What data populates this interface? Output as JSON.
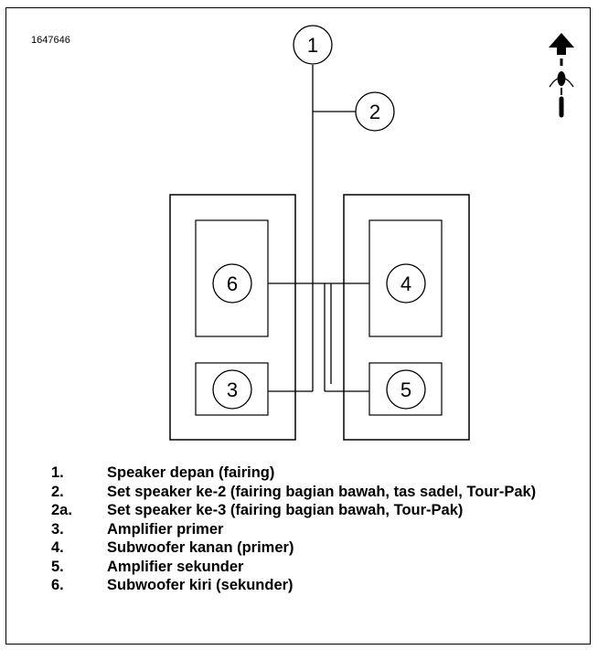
{
  "figure_id": "1647646",
  "callouts": [
    "1",
    "2",
    "3",
    "4",
    "5",
    "6"
  ],
  "legend": [
    {
      "num": "1.",
      "text": "Speaker depan (fairing)"
    },
    {
      "num": "2.",
      "text": "Set speaker ke-2 (fairing bagian bawah, tas sadel, Tour-Pak)"
    },
    {
      "num": "2a.",
      "text": "Set speaker ke-3 (fairing bagian bawah, Tour-Pak)"
    },
    {
      "num": "3.",
      "text": "Amplifier primer"
    },
    {
      "num": "4.",
      "text": "Subwoofer kanan (primer)"
    },
    {
      "num": "5.",
      "text": "Amplifier sekunder"
    },
    {
      "num": "6.",
      "text": "Subwoofer kiri (sekunder)"
    }
  ],
  "icons": {
    "direction": "forward-arrow-rider-icon"
  }
}
